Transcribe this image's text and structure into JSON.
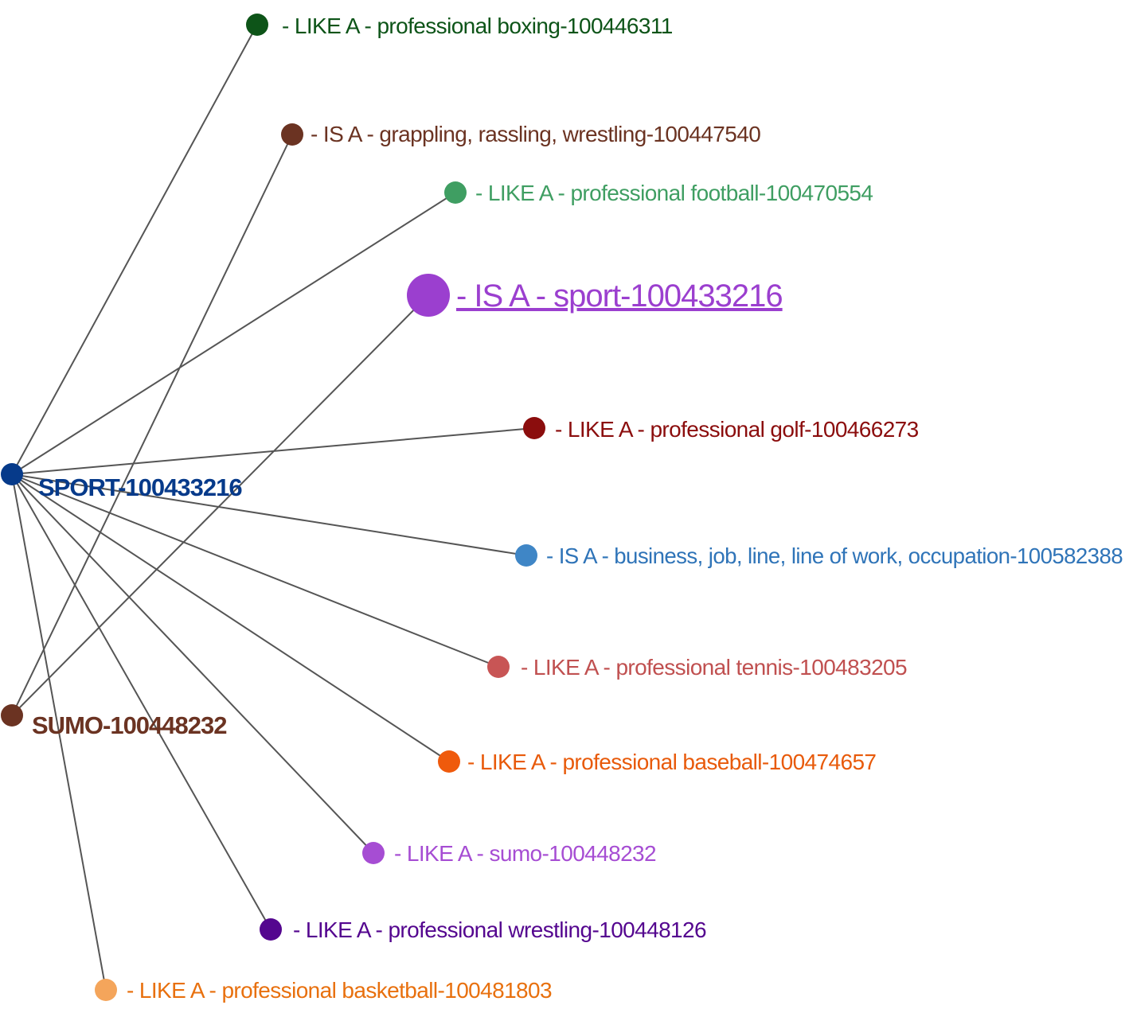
{
  "nodes": [
    {
      "id": "sport",
      "label": "SPORT-100433216",
      "color": "#063a8a",
      "kind": "hub"
    },
    {
      "id": "sumo-hub",
      "label": "SUMO-100448232",
      "color": "#6b3322",
      "kind": "hub"
    },
    {
      "id": "boxing",
      "label": "- LIKE A - professional boxing-100446311",
      "color": "#0d5418",
      "kind": "leaf"
    },
    {
      "id": "wrestling",
      "label": "- IS A - grappling, rassling, wrestling-100447540",
      "color": "#6b3322",
      "kind": "leaf"
    },
    {
      "id": "football",
      "label": "- LIKE A - professional football-100470554",
      "color": "#3f9e62",
      "kind": "leaf"
    },
    {
      "id": "sport-isa",
      "label": "- IS A - sport-100433216",
      "color": "#9b3fcf",
      "kind": "highlight"
    },
    {
      "id": "golf",
      "label": "- LIKE A - professional golf-100466273",
      "color": "#8b0d0d",
      "kind": "leaf"
    },
    {
      "id": "occupation",
      "label": "- IS A - business, job, line, line of work, occupation-100582388",
      "color": "#3f86c6",
      "kind": "leaf"
    },
    {
      "id": "tennis",
      "label": "- LIKE A - professional tennis-100483205",
      "color": "#c85555",
      "kind": "leaf"
    },
    {
      "id": "baseball",
      "label": "- LIKE A - professional baseball-100474657",
      "color": "#ef5a0c",
      "kind": "leaf"
    },
    {
      "id": "sumo-leaf",
      "label": "- LIKE A - sumo-100448232",
      "color": "#a64dd3",
      "kind": "leaf"
    },
    {
      "id": "pro-wrestling",
      "label": "- LIKE A - professional wrestling-100448126",
      "color": "#54068f",
      "kind": "leaf"
    },
    {
      "id": "basketball",
      "label": "- LIKE A - professional basketball-100481803",
      "color": "#f4a55b",
      "kind": "leaf"
    }
  ],
  "label_colors": {
    "boxing": "#0d5418",
    "wrestling": "#6b3322",
    "football": "#3f9e62",
    "sport-isa": "#9b3fcf",
    "golf": "#8b0d0d",
    "occupation": "#2f74b8",
    "tennis": "#c05050",
    "baseball": "#e85a0a",
    "sumo-leaf": "#a64dd3",
    "pro-wrestling": "#54068f",
    "basketball": "#e8700e",
    "sport": "#063a8a",
    "sumo-hub": "#6b3322"
  },
  "edges": [
    [
      "sport",
      "boxing"
    ],
    [
      "sport",
      "football"
    ],
    [
      "sport",
      "golf"
    ],
    [
      "sport",
      "occupation"
    ],
    [
      "sport",
      "tennis"
    ],
    [
      "sport",
      "baseball"
    ],
    [
      "sport",
      "sumo-leaf"
    ],
    [
      "sport",
      "pro-wrestling"
    ],
    [
      "sport",
      "basketball"
    ],
    [
      "sumo-hub",
      "wrestling"
    ],
    [
      "sumo-hub",
      "sport-isa"
    ]
  ]
}
